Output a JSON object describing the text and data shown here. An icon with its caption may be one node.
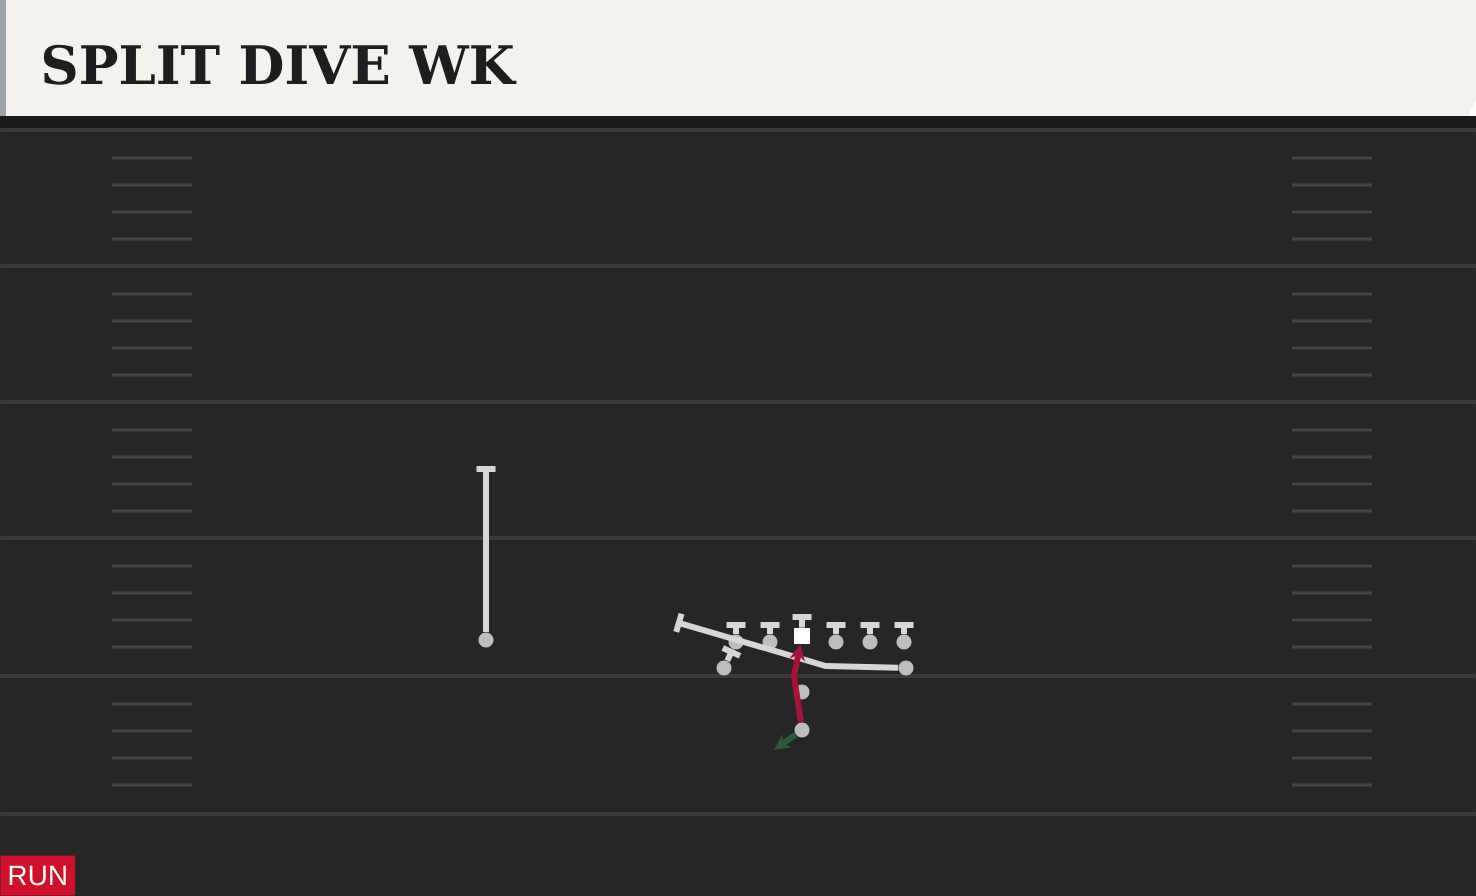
{
  "diagram": {
    "title": "SPLIT DIVE WK",
    "nodes": [
      {
        "text": [],
        "shape": "circle"
      },
      {
        "text": [],
        "shape": "circle"
      },
      {
        "text": [],
        "shape": "circle"
      },
      {
        "text": [],
        "shape": "circle"
      },
      {
        "text": [],
        "shape": "box"
      },
      {
        "text": [],
        "shape": "circle"
      },
      {
        "text": [],
        "shape": "circle"
      },
      {
        "text": [],
        "shape": "circle"
      },
      {
        "text": [],
        "shape": "circle"
      },
      {
        "text": [],
        "shape": "circle"
      },
      {
        "text": [],
        "shape": "circle"
      }
    ],
    "edges": [
      {
        "from": 0,
        "to": null,
        "arrow": "other"
      },
      {
        "from": 1,
        "to": 2,
        "arrow": "other"
      },
      {
        "from": 2,
        "to": null,
        "arrow": "other"
      },
      {
        "from": 3,
        "to": null,
        "arrow": "other"
      },
      {
        "from": 4,
        "to": null,
        "arrow": "other"
      },
      {
        "from": 5,
        "to": null,
        "arrow": "other"
      },
      {
        "from": 6,
        "to": null,
        "arrow": "other"
      },
      {
        "from": 7,
        "to": null,
        "arrow": "other"
      },
      {
        "from": 8,
        "to": null,
        "arrow": "other"
      },
      {
        "from": 10,
        "to": 4,
        "arrow": "to",
        "color": "#a8123a"
      },
      {
        "from": 10,
        "to": null,
        "arrow": "to",
        "color": "#2e5a3c"
      }
    ],
    "labels": [
      "RUN"
    ]
  }
}
